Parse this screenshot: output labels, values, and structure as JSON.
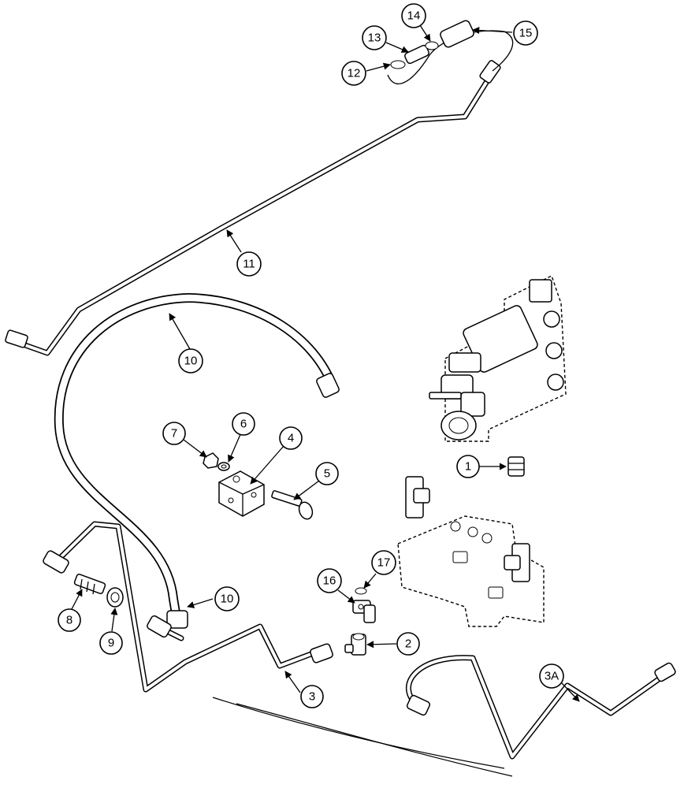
{
  "callouts": {
    "c1": "1",
    "c2": "2",
    "c3": "3",
    "c3a": "3A",
    "c4": "4",
    "c5": "5",
    "c6": "6",
    "c7": "7",
    "c8": "8",
    "c9": "9",
    "c10a": "10",
    "c10b": "10",
    "c11": "11",
    "c12": "12",
    "c13": "13",
    "c14": "14",
    "c15": "15",
    "c16": "16",
    "c17": "17"
  }
}
